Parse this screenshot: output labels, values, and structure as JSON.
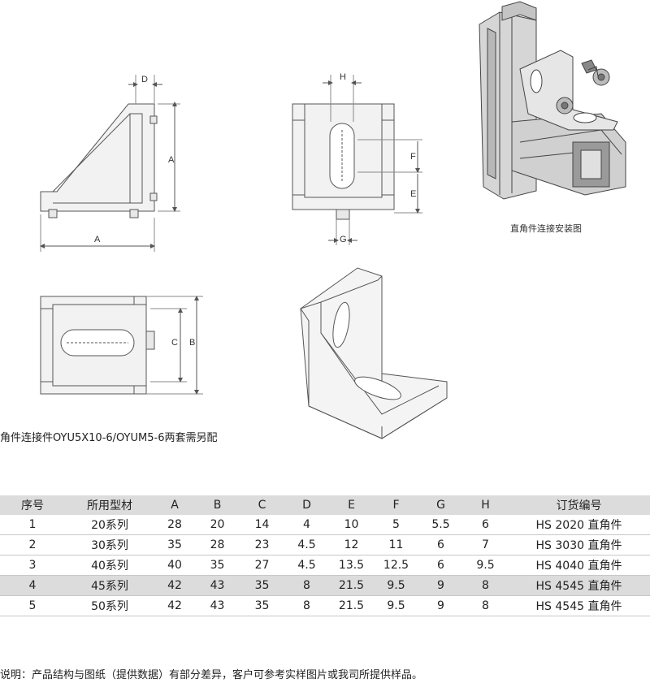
{
  "drawing_labels": {
    "side_view": {
      "d": "D",
      "a_vertical": "A",
      "a_horizontal": "A"
    },
    "top_view": {
      "h": "H",
      "f": "F",
      "e": "E",
      "g": "G"
    },
    "bottom_view": {
      "c": "C",
      "b": "B"
    }
  },
  "install_caption": "直角件连接安装图",
  "caption": "角件连接件OYU5X10-6/OYUM5-6两套需另配",
  "table": {
    "headers": [
      "序号",
      "所用型材",
      "A",
      "B",
      "C",
      "D",
      "E",
      "F",
      "G",
      "H",
      "订货编号"
    ],
    "rows": [
      [
        "1",
        "20系列",
        "28",
        "20",
        "14",
        "4",
        "10",
        "5",
        "5.5",
        "6",
        "HS 2020 直角件"
      ],
      [
        "2",
        "30系列",
        "35",
        "28",
        "23",
        "4.5",
        "12",
        "11",
        "6",
        "7",
        "HS 3030 直角件"
      ],
      [
        "3",
        "40系列",
        "40",
        "35",
        "27",
        "4.5",
        "13.5",
        "12.5",
        "6",
        "9.5",
        "HS 4040 直角件"
      ],
      [
        "4",
        "45系列",
        "42",
        "43",
        "35",
        "8",
        "21.5",
        "9.5",
        "9",
        "8",
        "HS 4545 直角件"
      ],
      [
        "5",
        "50系列",
        "42",
        "43",
        "35",
        "8",
        "21.5",
        "9.5",
        "9",
        "8",
        "HS 4545 直角件"
      ]
    ]
  },
  "note": "说明：产品结构与图纸（提供数据）有部分差异，客户可参考实样图片或我司所提供样品。"
}
